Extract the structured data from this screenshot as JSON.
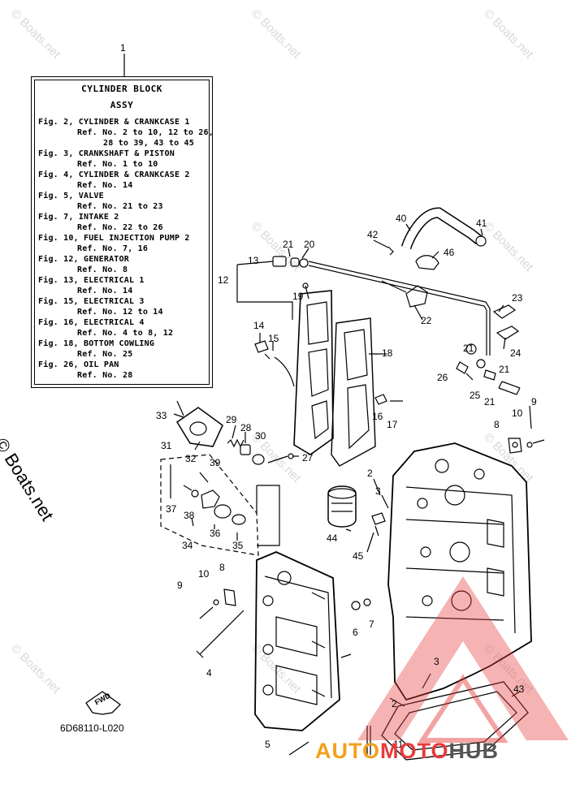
{
  "legend": {
    "callout": "1",
    "title_line1": "CYLINDER BLOCK",
    "title_line2": "ASSY",
    "lines": [
      "Fig. 2, CYLINDER & CRANKCASE 1",
      "Ref. No. 2 to 10, 12 to 26,",
      "28 to 39, 43 to 45",
      "Fig. 3, CRANKSHAFT & PISTON",
      "Ref. No. 1 to 10",
      "Fig. 4, CYLINDER & CRANKCASE 2",
      "Ref. No. 14",
      "Fig. 5, VALVE",
      "Ref. No. 21 to 23",
      "Fig. 7, INTAKE 2",
      "Ref. No. 22 to 26",
      "Fig. 10, FUEL INJECTION PUMP 2",
      "Ref. No. 7, 16",
      "Fig. 12, GENERATOR",
      "Ref. No. 8",
      "Fig. 13, ELECTRICAL 1",
      "Ref. No. 14",
      "Fig. 15, ELECTRICAL 3",
      "Ref. No. 12 to 14",
      "Fig. 16, ELECTRICAL 4",
      "Ref. No. 4 to 8, 12",
      "Fig. 18, BOTTOM COWLING",
      "Ref. No. 25",
      "Fig. 26, OIL PAN",
      "Ref. No. 28"
    ]
  },
  "callouts": [
    "40",
    "41",
    "42",
    "21",
    "20",
    "46",
    "13",
    "12",
    "19",
    "23",
    "22",
    "14",
    "15",
    "18",
    "21",
    "24",
    "26",
    "21",
    "25",
    "21",
    "9",
    "33",
    "29",
    "28",
    "30",
    "16",
    "17",
    "10",
    "8",
    "31",
    "32",
    "27",
    "39",
    "2",
    "3",
    "37",
    "38",
    "36",
    "35",
    "34",
    "44",
    "45",
    "8",
    "9",
    "10",
    "6",
    "7",
    "4",
    "3",
    "2",
    "43",
    "5",
    "11"
  ],
  "fwd_label": "FWD",
  "drawing_code": "6D68110-L020",
  "watermark": "© Boats.net",
  "side_watermark": "© Boats.net",
  "brand": {
    "part1": "AUTO",
    "part2": "MOTO",
    "part3": "HUB"
  },
  "colors": {
    "ink": "#000000",
    "watermark": "#d9d9d9",
    "brand_orange": "#f2a01e",
    "brand_red": "#e83a3a",
    "brand_gray": "#555555"
  }
}
